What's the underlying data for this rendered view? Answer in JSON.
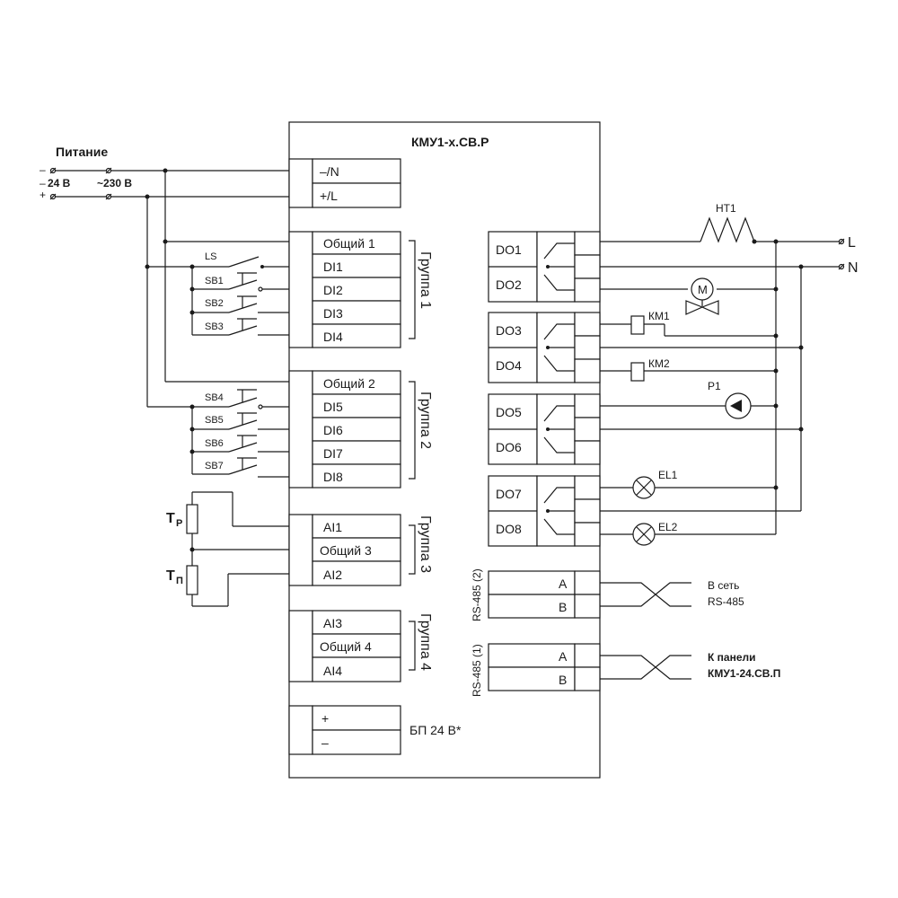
{
  "title": "КМУ1-х.СВ.Р",
  "power": {
    "label": "Питание",
    "dc_label": "24 В",
    "ac_label": "~230 В",
    "minus": "–",
    "plus": "+"
  },
  "power_terminals": [
    "–/N",
    "+/L"
  ],
  "groups": {
    "g1": {
      "label": "Группа 1",
      "terminals": [
        "Общий 1",
        "DI1",
        "DI2",
        "DI3",
        "DI4"
      ],
      "switches": [
        "LS",
        "SB1",
        "SB2",
        "SB3"
      ]
    },
    "g2": {
      "label": "Группа 2",
      "terminals": [
        "Общий 2",
        "DI5",
        "DI6",
        "DI7",
        "DI8"
      ],
      "switches": [
        "SB4",
        "SB5",
        "SB6",
        "SB7"
      ]
    },
    "g3": {
      "label": "Группа 3",
      "terminals": [
        "AI1",
        "Общий 3",
        "AI2"
      ],
      "sensors": [
        "T",
        "T"
      ],
      "sensor_subs": [
        "Р",
        "П"
      ]
    },
    "g4": {
      "label": "Группа 4",
      "terminals": [
        "AI3",
        "Общий 4",
        "AI4"
      ]
    }
  },
  "psu": {
    "terminals": [
      "+",
      "–"
    ],
    "label": "БП 24 В*"
  },
  "outputs": [
    "DO1",
    "DO2",
    "DO3",
    "DO4",
    "DO5",
    "DO6",
    "DO7",
    "DO8"
  ],
  "loads": {
    "heater": "HT1",
    "motor_symbol": "M",
    "km1": "КМ1",
    "km2": "КМ2",
    "pump": "P1",
    "lamp1": "EL1",
    "lamp2": "EL2"
  },
  "mains": {
    "line": "L",
    "neutral": "N"
  },
  "rs485": {
    "port2": {
      "label": "RS-485 (2)",
      "a": "A",
      "b": "B",
      "target_line1": "В сеть",
      "target_line2": "RS-485"
    },
    "port1": {
      "label": "RS-485 (1)",
      "a": "A",
      "b": "B",
      "target_line1": "К панели",
      "target_line2": "КМУ1-24.СВ.П"
    }
  }
}
